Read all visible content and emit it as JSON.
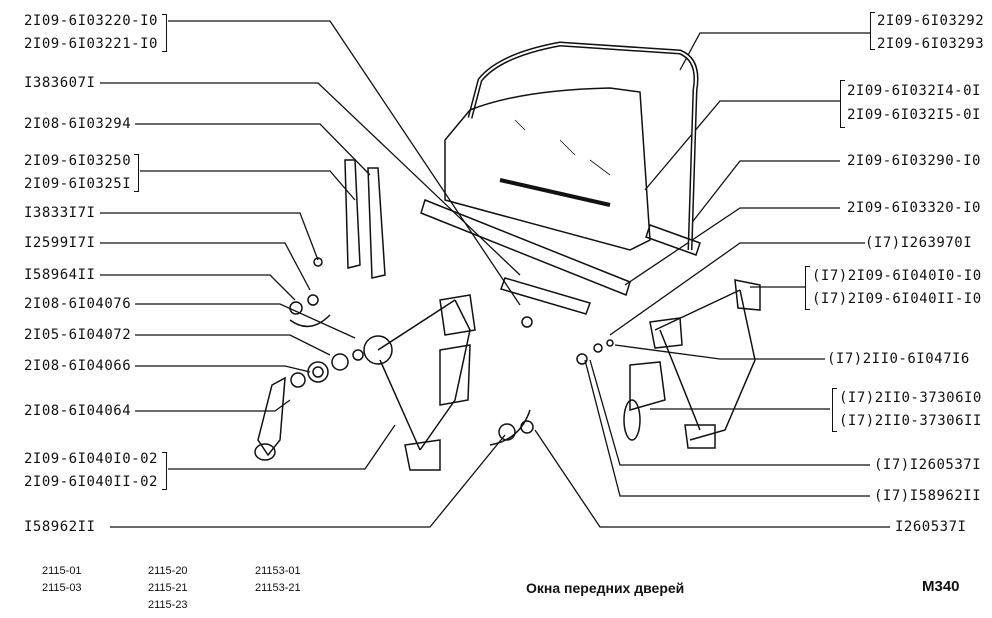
{
  "left_labels": [
    {
      "id": "l1",
      "text": "2I09-6I03220-I0"
    },
    {
      "id": "l2",
      "text": "2I09-6I03221-I0"
    },
    {
      "id": "l3",
      "text": "I383607I"
    },
    {
      "id": "l4",
      "text": "2I08-6I03294"
    },
    {
      "id": "l5",
      "text": "2I09-6I03250"
    },
    {
      "id": "l6",
      "text": "2I09-6I0325I"
    },
    {
      "id": "l7",
      "text": "I3833I7I"
    },
    {
      "id": "l8",
      "text": "I2599I7I"
    },
    {
      "id": "l9",
      "text": "I58964II"
    },
    {
      "id": "l10",
      "text": "2I08-6I04076"
    },
    {
      "id": "l11",
      "text": "2I05-6I04072"
    },
    {
      "id": "l12",
      "text": "2I08-6I04066"
    },
    {
      "id": "l13",
      "text": "2I08-6I04064"
    },
    {
      "id": "l14",
      "text": "2I09-6I040I0-02"
    },
    {
      "id": "l15",
      "text": "2I09-6I040II-02"
    },
    {
      "id": "l16",
      "text": "I58962II"
    }
  ],
  "right_labels": [
    {
      "id": "r1",
      "text": "2I09-6I03292"
    },
    {
      "id": "r2",
      "text": "2I09-6I03293"
    },
    {
      "id": "r3",
      "text": "2I09-6I032I4-0I"
    },
    {
      "id": "r4",
      "text": "2I09-6I032I5-0I"
    },
    {
      "id": "r5",
      "text": "2I09-6I03290-I0"
    },
    {
      "id": "r6",
      "text": "2I09-6I03320-I0"
    },
    {
      "id": "r7",
      "text": "(I7)I263970I"
    },
    {
      "id": "r8",
      "text": "(I7)2I09-6I040I0-I0"
    },
    {
      "id": "r9",
      "text": "(I7)2I09-6I040II-I0"
    },
    {
      "id": "r10",
      "text": "(I7)2II0-6I047I6"
    },
    {
      "id": "r11",
      "text": "(I7)2II0-37306I0"
    },
    {
      "id": "r12",
      "text": "(I7)2II0-37306II"
    },
    {
      "id": "r13",
      "text": "(I7)I260537I"
    },
    {
      "id": "r14",
      "text": "(I7)I58962II"
    },
    {
      "id": "r15",
      "text": "I260537I"
    }
  ],
  "models": {
    "col1": [
      "2115-01",
      "2115-03"
    ],
    "col2": [
      "2115-20",
      "2115-21",
      "2115-23"
    ],
    "col3": [
      "21153-01",
      "21153-21"
    ]
  },
  "caption": "Окна передних дверей",
  "page_code": "M340",
  "colors": {
    "ink": "#111111",
    "background": "#ffffff"
  }
}
